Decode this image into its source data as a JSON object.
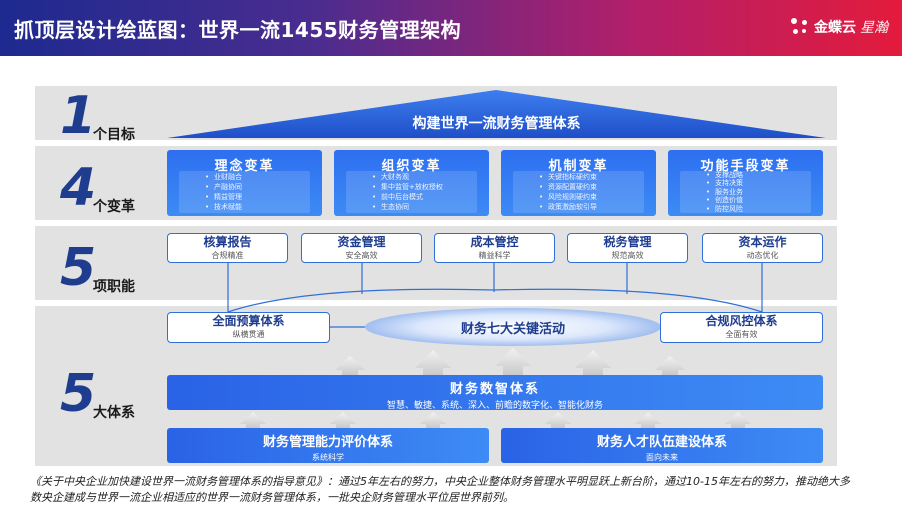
{
  "header": {
    "title": "抓顶层设计绘蓝图：世界一流1455财务管理架构",
    "brand_name": "金蝶云",
    "brand_sub": "星瀚"
  },
  "bands": [
    {
      "num": "1",
      "label": "个目标"
    },
    {
      "num": "4",
      "label": "个变革"
    },
    {
      "num": "5",
      "label": "项职能"
    },
    {
      "num": "5",
      "label": "大体系"
    }
  ],
  "goal": "构建世界一流财务管理体系",
  "changes": [
    {
      "title": "理念变革",
      "items": [
        "业财融合",
        "产融协同",
        "精益管理",
        "技术赋能"
      ]
    },
    {
      "title": "组织变革",
      "items": [
        "大财务观",
        "集中监管+放权授权",
        "前中后台模式",
        "生态协同"
      ]
    },
    {
      "title": "机制变革",
      "items": [
        "关键指标硬约束",
        "资源配置硬约束",
        "风险规则硬约束",
        "政策激励软引导"
      ]
    },
    {
      "title": "功能手段变革",
      "items": [
        "支撑战略",
        "支持决策",
        "服务业务",
        "创造价值",
        "防控风险"
      ]
    }
  ],
  "functions": [
    {
      "title": "核算报告",
      "sub": "合规精准"
    },
    {
      "title": "资金管理",
      "sub": "安全高效"
    },
    {
      "title": "成本管控",
      "sub": "精益科学"
    },
    {
      "title": "税务管理",
      "sub": "规范高效"
    },
    {
      "title": "资本运作",
      "sub": "动态优化"
    }
  ],
  "systems": {
    "left": {
      "title": "全面预算体系",
      "sub": "纵横贯通"
    },
    "center": "财务七大关键活动",
    "right": {
      "title": "合规风控体系",
      "sub": "全面有效"
    }
  },
  "digital": {
    "title": "财务数智体系",
    "sub": "智慧、敏捷、系统、深入、前瞻的数字化、智能化财务"
  },
  "bottom": [
    {
      "title": "财务管理能力评价体系",
      "sub": "系统科学"
    },
    {
      "title": "财务人才队伍建设体系",
      "sub": "面向未来"
    }
  ],
  "footnote": "《关于中央企业加快建设世界一流财务管理体系的指导意见》：通过5年左右的努力，中央企业整体财务管理水平明显跃上新台阶，通过10-15年左右的努力，推动绝大多数央企建成与世界一流企业相适应的世界一流财务管理体系，一批央企财务管理水平位居世界前列。",
  "colors": {
    "primary_blue": "#2f6fd8",
    "dark_blue": "#1f3d8f",
    "band_grey": "#e2e2e2",
    "header_start": "#1d2a8f",
    "header_end": "#e31b3c"
  }
}
